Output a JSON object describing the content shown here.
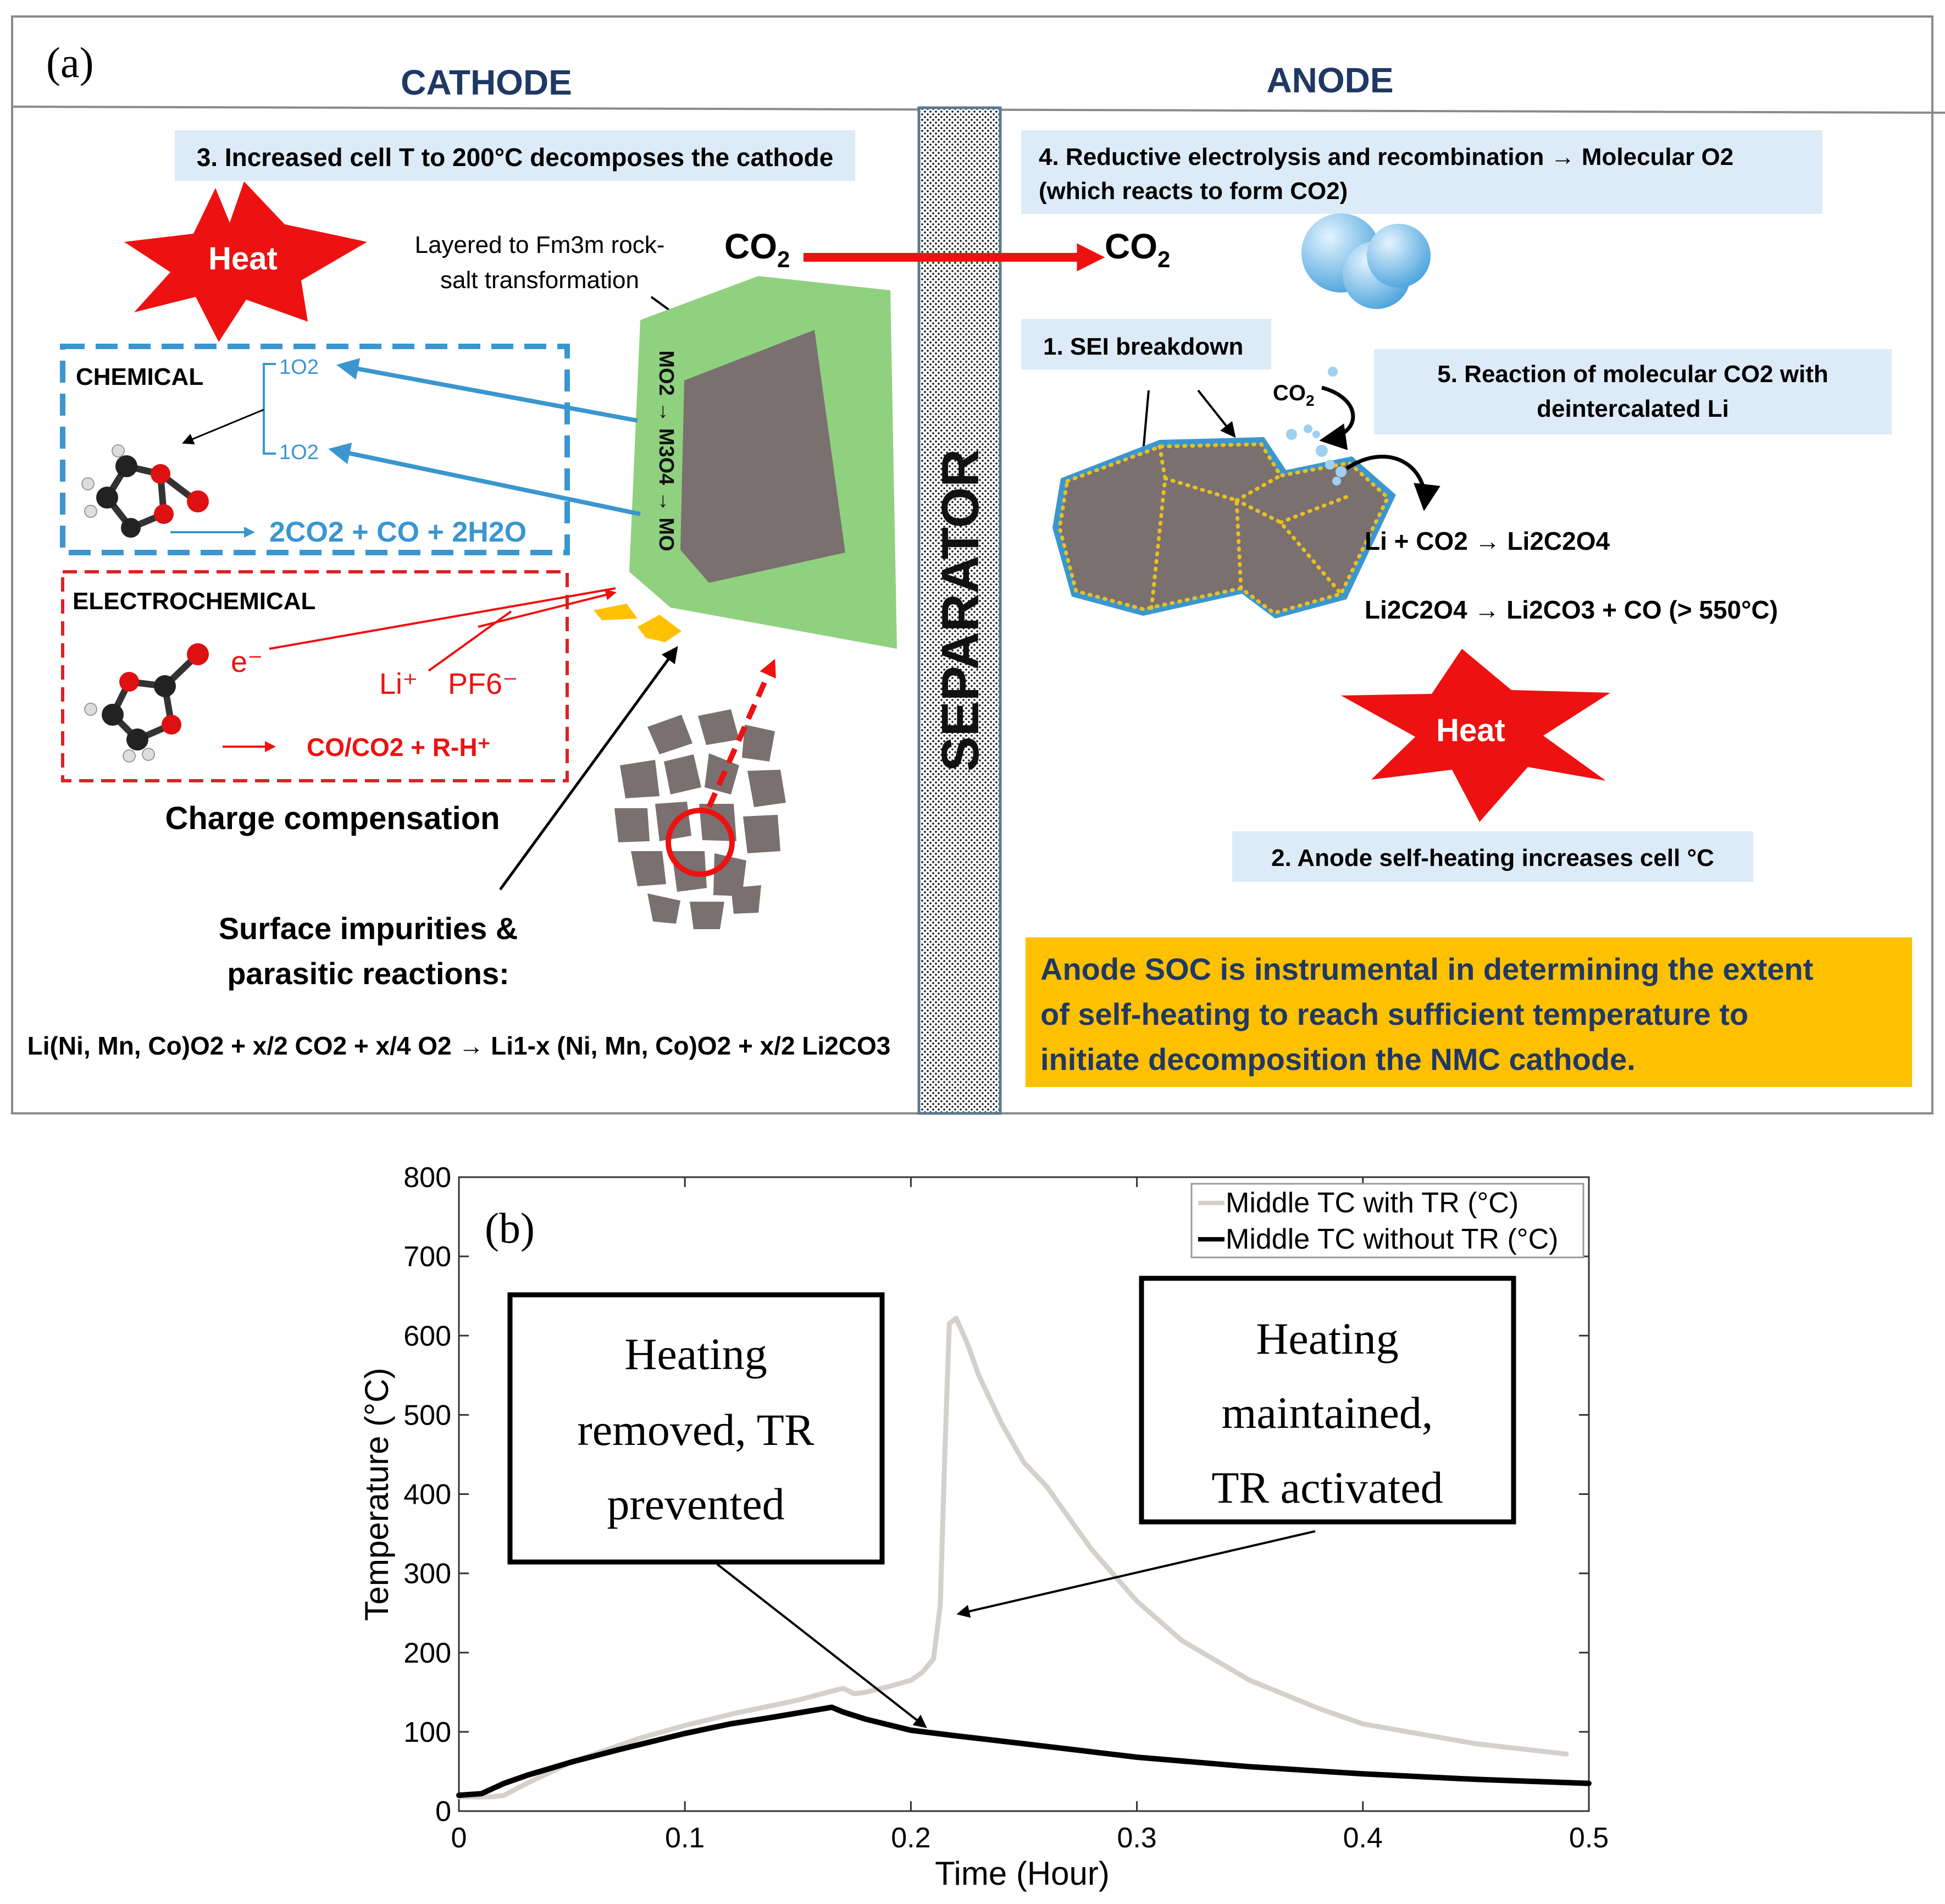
{
  "panel_a": {
    "label": "(a)",
    "cathode_title": "CATHODE",
    "anode_title": "ANODE",
    "separator_text": "SEPARATOR",
    "heat_label": "Heat",
    "step3": "3. Increased cell T to 200°C decomposes the cathode",
    "layered_line1": "Layered to Fm3m rock-",
    "layered_line2": "salt transformation",
    "co2": "CO",
    "co2_sub": "2",
    "phase_transition": "MO2 → M3O4 → MO",
    "chemical": {
      "title": "CHEMICAL",
      "o2_upper": "1O2",
      "o2_lower": "1O2",
      "products": "2CO2 + CO + 2H2O"
    },
    "electrochemical": {
      "title": "ELECTROCHEMICAL",
      "electron": "e⁻",
      "li_ion": "Li⁺",
      "pf6": "PF6⁻",
      "products": "CO/CO2 + R-H⁺"
    },
    "charge_compensation": "Charge compensation",
    "surface_line1": "Surface impurities &",
    "surface_line2": "parasitic reactions:",
    "surface_eq": "Li(Ni, Mn, Co)O2 + x/2 CO2 + x/4 O2 → Li1-x (Ni, Mn, Co)O2 + x/2 Li2CO3",
    "step4_line1": "4. Reductive electrolysis and recombination → Molecular O2",
    "step4_line2": "(which reacts to form CO2)",
    "step1": "1. SEI breakdown",
    "step5_line1": "5. Reaction of molecular CO2 with",
    "step5_line2": "deintercalated Li",
    "co2_small": "CO2",
    "eq_li": "Li + CO2 → Li2C2O4",
    "eq_oxalate": "Li2C2O4 → Li2CO3 + CO (> 550°C)",
    "step2": "2. Anode self-heating increases cell °C",
    "soc_line1": "Anode SOC is instrumental in determining the extent",
    "soc_line2": "of self-heating to reach sufficient temperature to",
    "soc_line3": "initiate decomposition the NMC cathode.",
    "colors": {
      "heat": "#ee1111",
      "blue_box": "#3b96cf",
      "red_box": "#dd2222",
      "label_bg": "#dcebf7",
      "soc_bg": "#ffc000",
      "green": "#8fd17f",
      "particle": "#7a7070",
      "navy": "#1f3864"
    }
  },
  "panel_b": {
    "label": "(b)",
    "callout_left": [
      "Heating",
      "removed, TR",
      "prevented"
    ],
    "callout_right": [
      "Heating",
      "maintained,",
      "TR activated"
    ]
  },
  "chart_data": {
    "type": "line",
    "title": "",
    "xlabel": "Time (Hour)",
    "ylabel": "Temperature (°C)",
    "xlim": [
      0,
      0.5
    ],
    "ylim": [
      0,
      800
    ],
    "xticks": [
      0,
      0.1,
      0.2,
      0.3,
      0.4,
      0.5
    ],
    "yticks": [
      0,
      100,
      200,
      300,
      400,
      500,
      600,
      700,
      800
    ],
    "xtick_labels": [
      "0",
      "0.1",
      "0.2",
      "0.3",
      "0.4",
      "0.5"
    ],
    "ytick_labels": [
      "0",
      "100",
      "200",
      "300",
      "400",
      "500",
      "600",
      "700",
      "800"
    ],
    "grid": false,
    "legend_position": "top-right",
    "series": [
      {
        "name": "Middle TC with TR (°C)",
        "color": "#d4d0cc",
        "x": [
          0,
          0.015,
          0.02,
          0.03,
          0.05,
          0.08,
          0.1,
          0.12,
          0.15,
          0.17,
          0.175,
          0.18,
          0.19,
          0.2,
          0.205,
          0.21,
          0.213,
          0.215,
          0.217,
          0.22,
          0.225,
          0.23,
          0.24,
          0.25,
          0.26,
          0.27,
          0.28,
          0.3,
          0.32,
          0.35,
          0.38,
          0.4,
          0.45,
          0.49
        ],
        "y": [
          18,
          18,
          20,
          35,
          62,
          92,
          108,
          122,
          140,
          155,
          148,
          150,
          157,
          165,
          175,
          192,
          260,
          450,
          615,
          622,
          590,
          550,
          490,
          440,
          410,
          370,
          330,
          265,
          215,
          165,
          130,
          110,
          85,
          72
        ]
      },
      {
        "name": "Middle TC without TR (°C)",
        "color": "#000000",
        "x": [
          0,
          0.01,
          0.02,
          0.03,
          0.05,
          0.07,
          0.1,
          0.12,
          0.14,
          0.165,
          0.17,
          0.18,
          0.2,
          0.22,
          0.25,
          0.3,
          0.35,
          0.4,
          0.45,
          0.5
        ],
        "y": [
          20,
          22,
          35,
          45,
          62,
          77,
          98,
          110,
          119,
          131,
          125,
          116,
          102,
          95,
          85,
          68,
          56,
          47,
          40,
          35
        ]
      }
    ]
  }
}
